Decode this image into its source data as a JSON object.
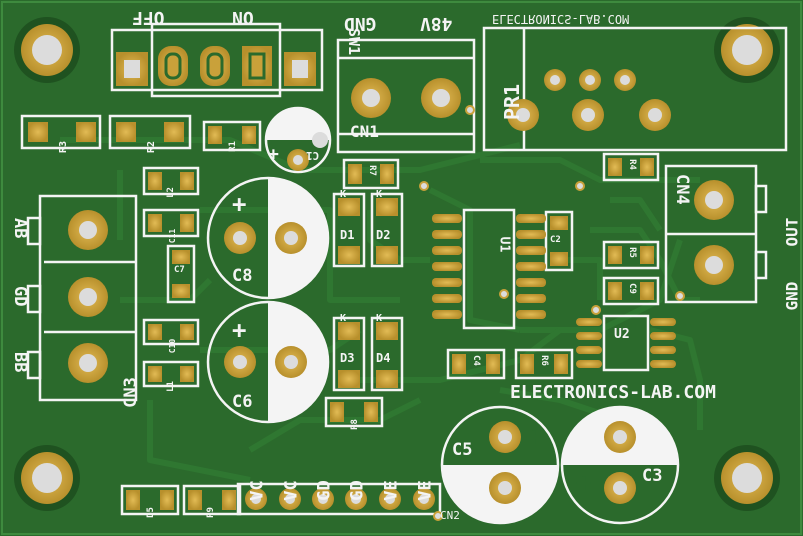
{
  "board": {
    "brand_top": "ELECTRONICS-LAB.COM",
    "brand_main": "ELECTRONICS-LAB.COM",
    "switch": {
      "off": "OFF",
      "on": "ON",
      "ref": "SW1"
    },
    "power": {
      "gnd": "GND",
      "v48": "48V",
      "ref": "CN1"
    },
    "preset": {
      "ref": "PR1"
    },
    "output": {
      "ref": "CN4",
      "out": "OUT",
      "gnd": "GND"
    },
    "input": {
      "ref": "CN3",
      "ab": "AB",
      "gd": "GD",
      "bb": "BB"
    },
    "header": {
      "ref": "CN2",
      "pins": [
        "VC",
        "VC",
        "GD",
        "GD",
        "VE",
        "VE"
      ]
    },
    "components": {
      "r1": "R1",
      "r2": "R2",
      "r3": "R3",
      "r4": "R4",
      "r5": "R5",
      "r6": "R6",
      "r7": "R7",
      "r8": "R8",
      "r9": "R9",
      "l1": "L1",
      "l2": "L2",
      "c1": "C1",
      "c2": "C2",
      "c3": "C3",
      "c4": "C4",
      "c5": "C5",
      "c6": "C6",
      "c7": "C7",
      "c8": "C8",
      "c9": "C9",
      "c10": "C10",
      "c11": "C11",
      "d1": "D1",
      "d2": "D2",
      "d3": "D3",
      "d4": "D4",
      "d5": "D5",
      "u1": "U1",
      "u2": "U2",
      "k": "K",
      "plus": "+"
    },
    "colors": {
      "pcb": "#2b6a2c",
      "trace": "#2f7530",
      "silk": "#f4f4f4",
      "pad": "#c9a13a",
      "hole": "#d8d8d8"
    }
  }
}
